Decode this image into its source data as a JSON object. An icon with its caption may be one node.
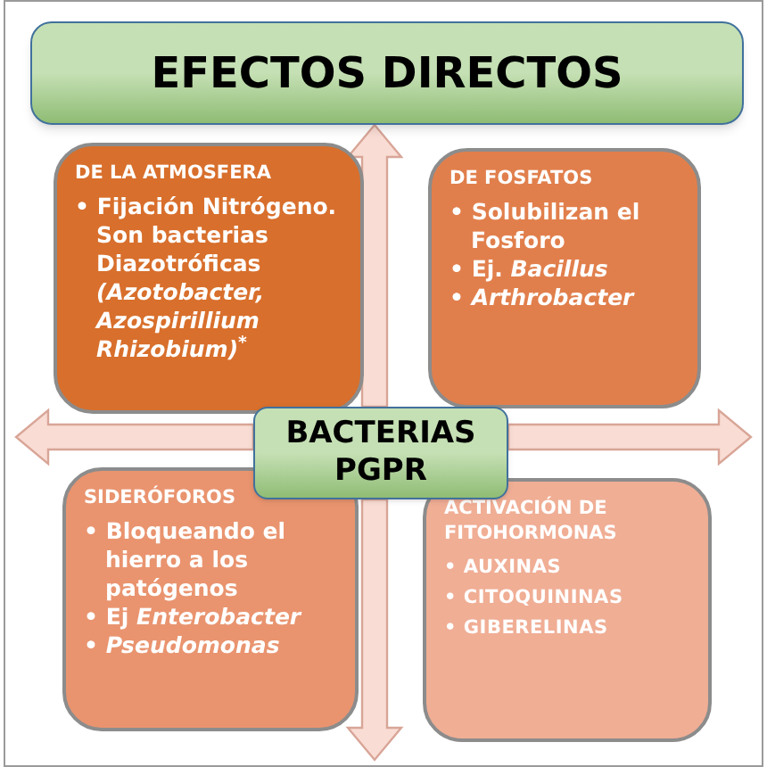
{
  "diagram": {
    "nodes": [
      {
        "text": [
          "EFECTOS DIRECTOS"
        ]
      },
      {
        "text": [
          "DE LA ATMOSFERA",
          "• Fijación Nitrógeno. Son bacterias Diazotróficas *(Azotobacter, Azospirillium Rhizobium)*$^{*}$"
        ]
      },
      {
        "text": [
          "DE FOSFATOS",
          "• Solubilizan el Fosforo",
          "• Ej. *Bacillus*",
          "• *Arthrobacter*"
        ]
      },
      {
        "text": [
          "SIDERÓFOROS",
          "• Bloqueando el hierro a los patógenos",
          "• Ej *Enterobacter*",
          "• *Pseudomonas*"
        ]
      },
      {
        "text": [
          "ACTIVACIÓN DE FITOHORMONAS",
          "• AUXINAS",
          "• CITOQUININAS",
          "• GIBERELINAS"
        ]
      },
      {
        "text": [
          "BACTERIAS PGPR"
        ]
      }
    ],
    "edges": [
      {
        "from": 5,
        "to": 0,
        "arrow": "to"
      },
      {
        "from": 5,
        "to": null,
        "arrow": "to"
      },
      {
        "from": 5,
        "to": null,
        "arrow": "to"
      },
      {
        "from": 5,
        "to": null,
        "arrow": "to"
      }
    ]
  }
}
